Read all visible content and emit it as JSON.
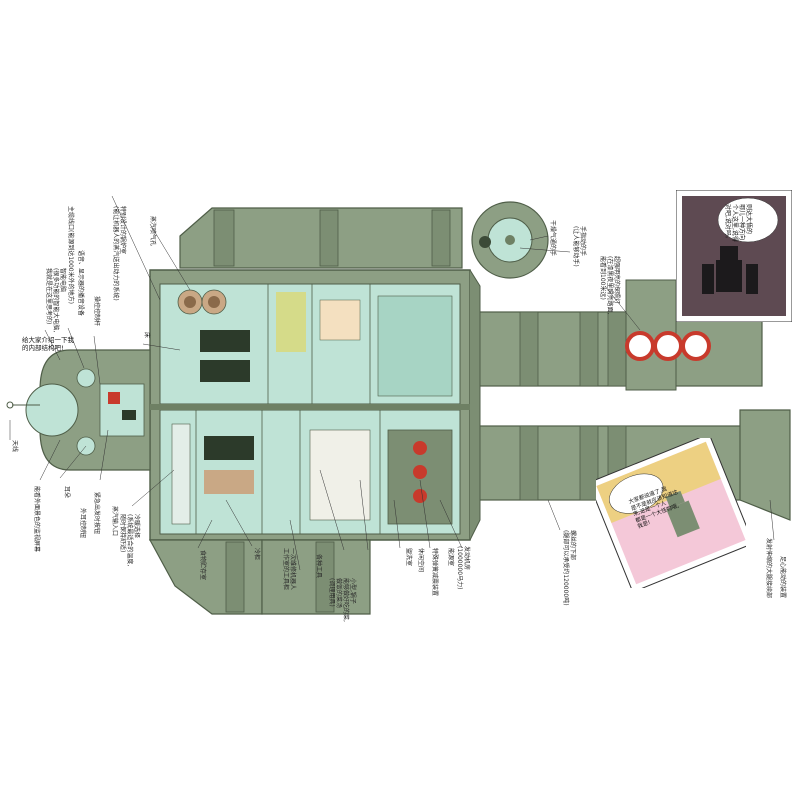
{
  "colors": {
    "shell": "#8d9f84",
    "shell_dark": "#6e8064",
    "shell_light": "#a9b89f",
    "interior": "#bfe3d6",
    "interior_dark": "#8fc6b3",
    "rivet": "#5f6f57",
    "red": "#c83a2c",
    "yellow": "#e8d64a"
  },
  "head_note": [
    "给大家介绍一下我",
    "的内部结构吧!"
  ],
  "labels": {
    "antenna": "天线",
    "brain": [
      "智能电脑",
      "(很多功能的智能大电脑,",
      "我就是在这里思考的)"
    ],
    "main_cable": "主缆线口(能源到达1000米外的地方)",
    "speaker": "语音、显示器的播音设备",
    "panel": "操控控制杆",
    "furnace": [
      "特别设计的锅炉室",
      "(能让机器人的蒸汽送出动力的系统)"
    ],
    "steam_exit": "蒸汽喷气孔",
    "hands_a": "手指动的手",
    "hands_b": "(让人能够动手)",
    "dry_hand": "干燥气通的手",
    "lights": [
      "超强明亮的探照灯",
      "(在漆黑夜里照亮路面,",
      "能看到100米远)"
    ],
    "bed": "床",
    "eyes_cam": "能看外面景色的监视屏幕",
    "ears": "耳朵",
    "nose": "外耳控制钮",
    "voice": "紧急出发时按钮",
    "steam_in": "蒸汽输入口",
    "fan": [
      "冷暖选择",
      "(系统最适合的温度,",
      "随时保持舒适)"
    ],
    "store": "食物贮存室",
    "cooler": "冷柜",
    "work_room": [
      "一次维修机器人",
      "工作室的工具柜"
    ],
    "tools": "各种工具",
    "kitchen": [
      "小型,锅子",
      "能够做好吃的菜,",
      "做饭的菜汤",
      "(调理用具)"
    ],
    "toilet": "盥洗室",
    "lounge": "休闲空间",
    "spring_a": "特殊弹簧减震装置",
    "battery": "能源室",
    "engine": [
      "发动机房",
      "(1000000马力)"
    ],
    "leg_bolt": [
      "螺丝的下部",
      "(腿部可以承受约120000吨)"
    ],
    "foot_a": "发射伸缩的大腿接续部",
    "foot_b": "足心能动的装置"
  },
  "comic_top": [
    "则达大悟的",
    "哪儿一种方向",
    "个人这里,说得",
    "对吧,说对吗。"
  ],
  "comic_bottom": [
    "大家都说道了,我",
    "是不是就应该知道这",
    "来,这是一个人",
    "都是一个大怪物哦,",
    "我是!"
  ]
}
